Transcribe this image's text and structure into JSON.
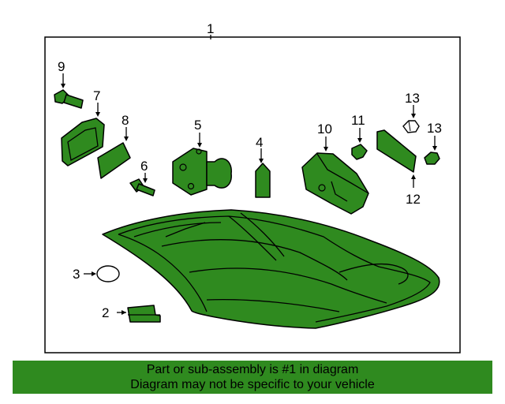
{
  "diagram": {
    "assembly_label": "1",
    "callouts": [
      {
        "id": "2",
        "label": "2"
      },
      {
        "id": "3",
        "label": "3"
      },
      {
        "id": "4",
        "label": "4"
      },
      {
        "id": "5",
        "label": "5"
      },
      {
        "id": "6",
        "label": "6"
      },
      {
        "id": "7",
        "label": "7"
      },
      {
        "id": "8",
        "label": "8"
      },
      {
        "id": "9",
        "label": "9"
      },
      {
        "id": "10",
        "label": "10"
      },
      {
        "id": "11",
        "label": "11"
      },
      {
        "id": "12",
        "label": "12"
      },
      {
        "id": "13a",
        "label": "13"
      },
      {
        "id": "13b",
        "label": "13"
      }
    ]
  },
  "banner": {
    "line1": "Part or sub-assembly is #1 in diagram",
    "line2": "Diagram may not be specific to your vehicle"
  },
  "colors": {
    "part_fill": "#2f8a1f",
    "banner_bg": "#2f8a1f"
  }
}
